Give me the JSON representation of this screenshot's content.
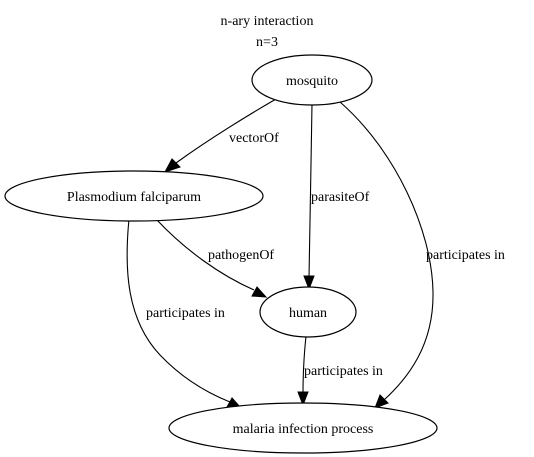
{
  "title_lines": [
    "n-ary interaction",
    "n=3"
  ],
  "nodes": {
    "mosquito": "mosquito",
    "plasmodium": "Plasmodium falciparum",
    "human": "human",
    "malaria": "malaria infection process"
  },
  "edges": {
    "mosquito_plasmodium": "vectorOf",
    "mosquito_human": "parasiteOf",
    "mosquito_malaria": "participates in",
    "plasmodium_human": "pathogenOf",
    "plasmodium_malaria": "participates in",
    "human_malaria": "participates in"
  }
}
